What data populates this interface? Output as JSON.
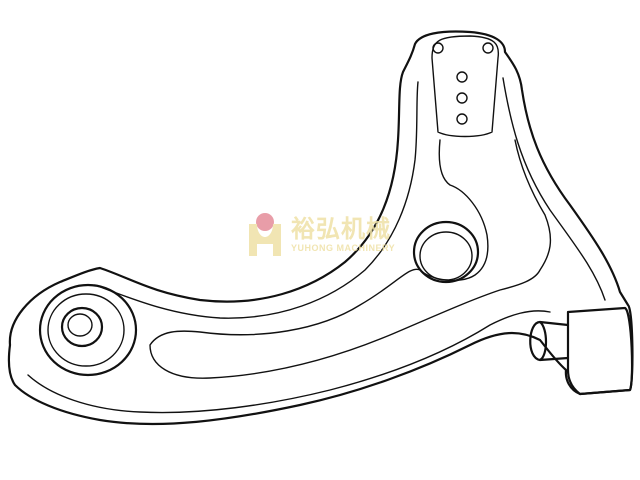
{
  "watermark": {
    "brand_cn": "裕弘机械",
    "brand_en": "YUHONG MACHINERY",
    "colors": {
      "text": "#efe1a6",
      "dot": "#e58d99"
    }
  },
  "illustration": {
    "subject": "control-arm-line-drawing",
    "stroke_color": "#111111"
  }
}
